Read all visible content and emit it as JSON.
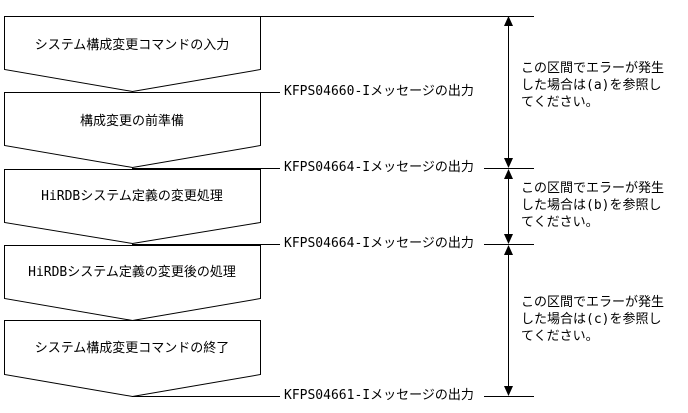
{
  "steps": [
    {
      "label": "システム構成変更コマンドの入力"
    },
    {
      "label": "構成変更の前準備"
    },
    {
      "label": "HiRDBシステム定義の変更処理"
    },
    {
      "label": "HiRDBシステム定義の変更後の処理"
    },
    {
      "label": "システム構成変更コマンドの終了"
    }
  ],
  "messages": [
    "KFPS04660-Iメッセージの出力",
    "KFPS04664-Iメッセージの出力",
    "KFPS04664-Iメッセージの出力",
    "KFPS04661-Iメッセージの出力"
  ],
  "intervals": [
    {
      "text": "この区間でエラーが発生\nした場合は(a)を参照し\nてください。"
    },
    {
      "text": "この区間でエラーが発生\nした場合は(b)を参照し\nてください。"
    },
    {
      "text": "この区間でエラーが発生\nした場合は(c)を参照し\nてください。"
    }
  ]
}
